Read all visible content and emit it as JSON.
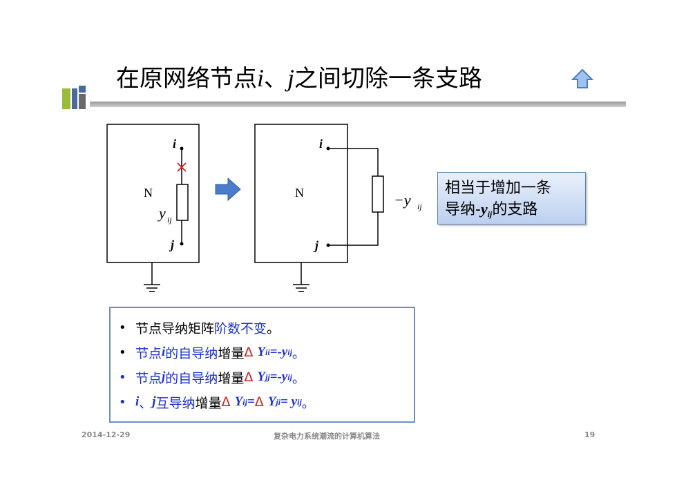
{
  "title": {
    "pre": "在原网络节点",
    "i": "i",
    "sep": "、",
    "j": "j",
    "post": "之间切除一条支路"
  },
  "diagram": {
    "node_i": "i",
    "node_j": "j",
    "network_left": "N",
    "network_right": "N",
    "branch_admittance": "y",
    "branch_subscript": "ij",
    "neg_admittance": "−y",
    "neg_subscript": "ij"
  },
  "callout": {
    "line1": "相当于增加一条",
    "line2_pre": "导纳-",
    "y": "y",
    "sub": "ij",
    "line2_post": "的支路"
  },
  "bullets": {
    "b1_black": "节点导纳矩阵",
    "b1_blue": "阶数不变",
    "b1_end": "。",
    "b2_blue": "节点",
    "b2_var": "i",
    "b2_blue2": "的自导纳",
    "b2_black": "增量",
    "b2_red": "Δ",
    "b2_Y": "Y",
    "b2_sub1": "ii",
    "b2_eq": "=-y",
    "b2_sub2": "ij",
    "b2_end": "。",
    "b3_blue": "节点",
    "b3_var": "j",
    "b3_blue2": "的自导纳",
    "b3_black": "增量",
    "b3_red": "Δ",
    "b3_Y": "Y",
    "b3_sub1": "jj",
    "b3_eq": "=-y",
    "b3_sub2": "ij",
    "b3_end": "。",
    "b4_i": "i",
    "b4_sep": "、",
    "b4_j": "j",
    "b4_blue": "互导纳",
    "b4_black": "增量",
    "b4_red1": "Δ",
    "b4_Y1": "Y",
    "b4_sub1": "ij",
    "b4_eq1": " = ",
    "b4_red2": "Δ",
    "b4_Y2": "Y",
    "b4_sub2": "ji",
    "b4_eq2": " = y",
    "b4_sub3": "ij",
    "b4_end": "。"
  },
  "footer": {
    "date": "2014-12-29",
    "course": "复杂电力系统潮流的计算机算法",
    "page": "19"
  },
  "colors": {
    "blue_text": "#1a2fd6",
    "red_delta": "#d21f1f",
    "callout_border": "#5a7fb8",
    "arrow": "#4a7cc9"
  },
  "icons": [
    "home-icon",
    "title-bar-icon",
    "right-arrow-icon",
    "ground-icon",
    "cross-icon"
  ]
}
